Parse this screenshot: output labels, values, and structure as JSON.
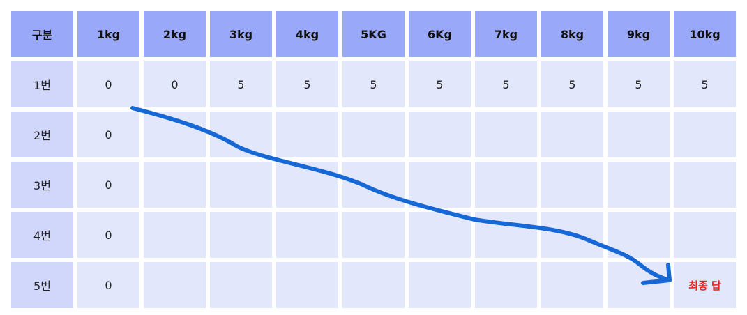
{
  "table": {
    "corner_label": "구분",
    "headers": [
      "1kg",
      "2kg",
      "3kg",
      "4kg",
      "5KG",
      "6Kg",
      "7kg",
      "8kg",
      "9kg",
      "10kg"
    ],
    "rows": [
      {
        "label": "1번",
        "values": [
          "0",
          "0",
          "5",
          "5",
          "5",
          "5",
          "5",
          "5",
          "5",
          "5"
        ]
      },
      {
        "label": "2번",
        "values": [
          "0",
          "",
          "",
          "",
          "",
          "",
          "",
          "",
          "",
          ""
        ]
      },
      {
        "label": "3번",
        "values": [
          "0",
          "",
          "",
          "",
          "",
          "",
          "",
          "",
          "",
          ""
        ]
      },
      {
        "label": "4번",
        "values": [
          "0",
          "",
          "",
          "",
          "",
          "",
          "",
          "",
          "",
          ""
        ]
      },
      {
        "label": "5번",
        "values": [
          "0",
          "",
          "",
          "",
          "",
          "",
          "",
          "",
          "",
          "최종 답"
        ]
      }
    ]
  },
  "colors": {
    "header_bg": "#99a8f8",
    "row_label_bg": "#d0d7fb",
    "cell_bg": "#e3e7fb",
    "arrow": "#1668d6",
    "final_answer": "#e8231b"
  },
  "icons": {
    "arrow": "hand-drawn-arrow-icon"
  }
}
